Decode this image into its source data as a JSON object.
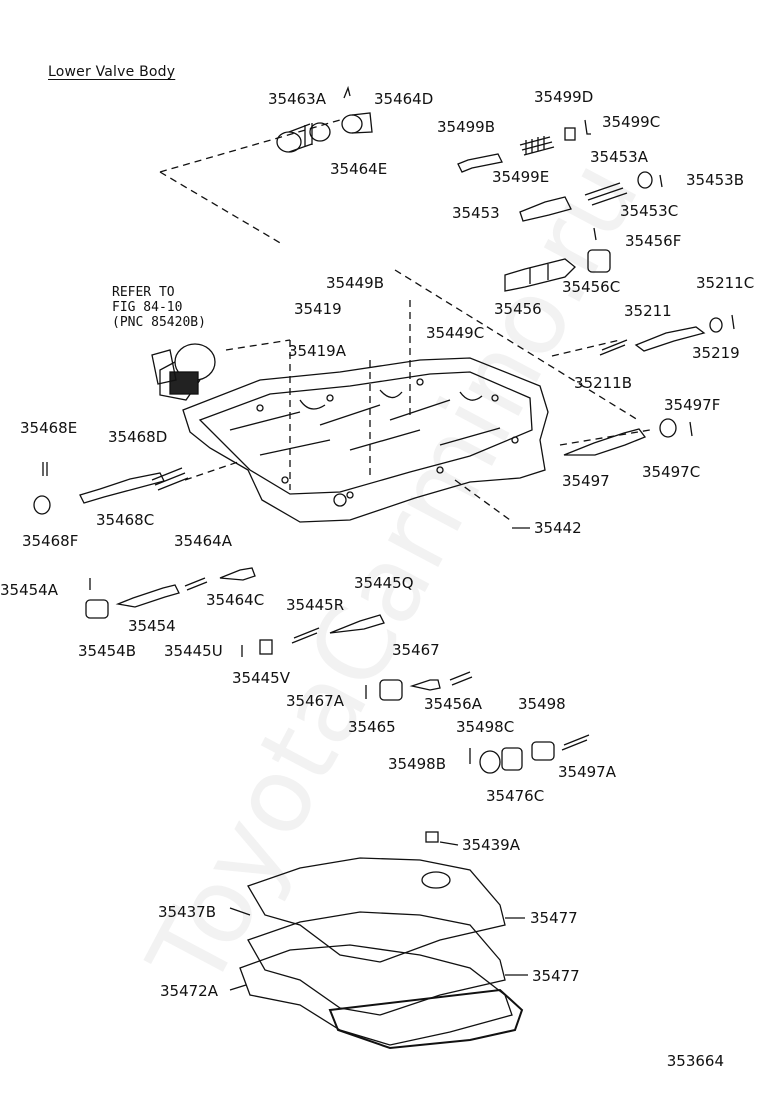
{
  "diagram": {
    "title": "Lower Valve Body",
    "reference_note": "REFER TO\nFIG 84-10\n(PNC 85420B)",
    "drawing_number": "353664",
    "watermark": "ToyotaCarmino.ru",
    "part_labels": [
      "35463A",
      "35464D",
      "35464E",
      "35499D",
      "35499B",
      "35499C",
      "35499E",
      "35453A",
      "35453B",
      "35453",
      "35453C",
      "35456F",
      "35449B",
      "35456",
      "35456C",
      "35211C",
      "35419",
      "35449C",
      "35211",
      "35419A",
      "35219",
      "35211B",
      "35497F",
      "35468E",
      "35468D",
      "35497",
      "35497C",
      "35468C",
      "35442",
      "35468F",
      "35464A",
      "35454A",
      "35464C",
      "35445Q",
      "35454",
      "35445R",
      "35454B",
      "35445U",
      "35445V",
      "35467",
      "35467A",
      "35456A",
      "35465",
      "35498",
      "35498C",
      "35498B",
      "35497A",
      "35476C",
      "35439A",
      "35437B",
      "35477",
      "35472A",
      "35477"
    ]
  }
}
